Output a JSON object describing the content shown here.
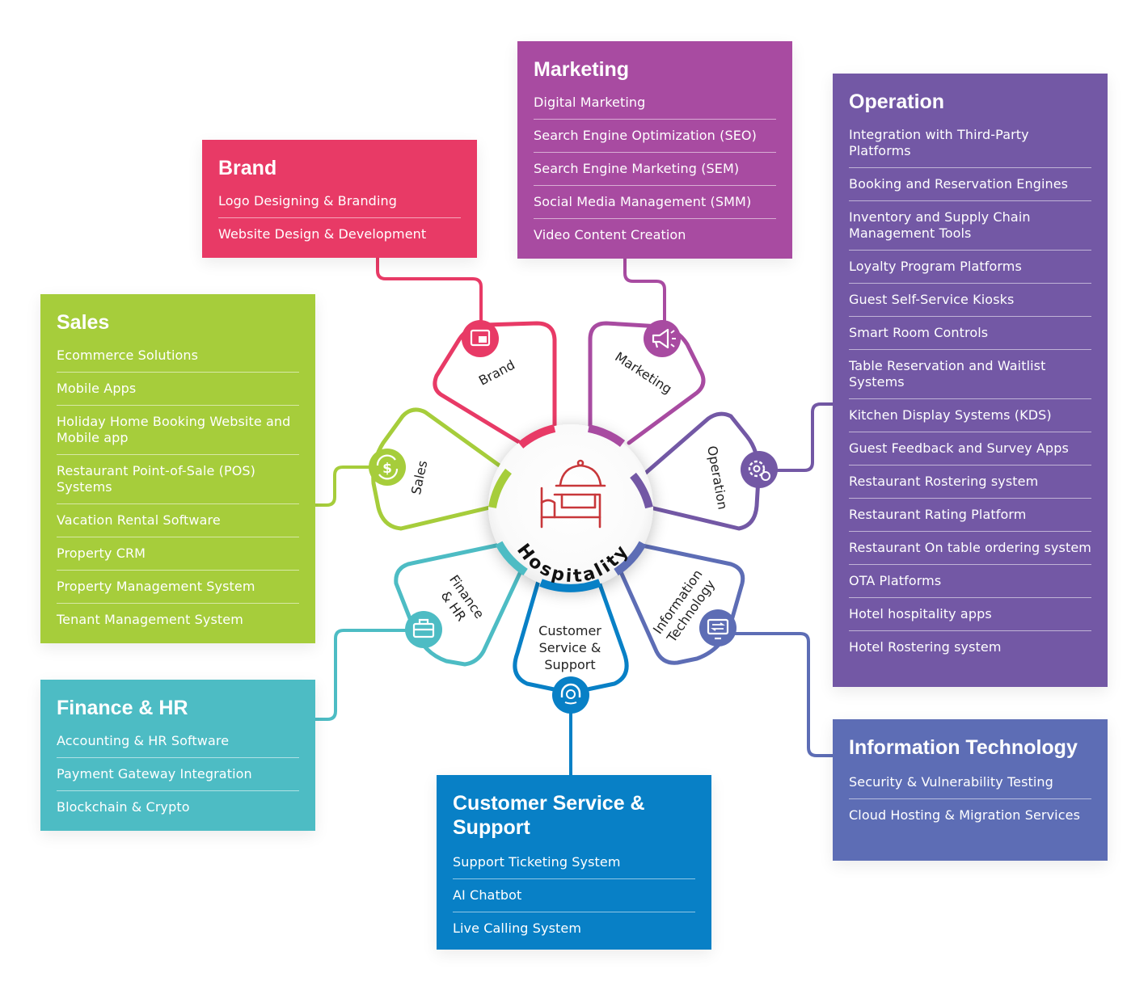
{
  "hub": {
    "label": "Hospitality"
  },
  "petals": {
    "brand": "Brand",
    "marketing": "Marketing",
    "operation": "Operation",
    "sales": "Sales",
    "finance": [
      "Finance",
      "& HR"
    ],
    "support": [
      "Customer",
      "Service &",
      "Support"
    ],
    "it": [
      "Information",
      "Technology"
    ]
  },
  "boxes": {
    "brand": {
      "title": "Brand",
      "items": [
        "Logo Designing & Branding",
        "Website Design & Development"
      ]
    },
    "marketing": {
      "title": "Marketing",
      "items": [
        "Digital Marketing",
        "Search Engine Optimization (SEO)",
        "Search Engine Marketing (SEM)",
        "Social Media Management (SMM)",
        "Video Content Creation"
      ]
    },
    "operation": {
      "title": "Operation",
      "items": [
        "Integration with Third-Party Platforms",
        "Booking and Reservation Engines",
        "Inventory and Supply Chain Management Tools",
        "Loyalty Program Platforms",
        "Guest Self-Service Kiosks",
        "Smart Room Controls",
        "Table Reservation and Waitlist Systems",
        "Kitchen Display Systems (KDS)",
        "Guest Feedback and Survey Apps",
        "Restaurant Rostering system",
        "Restaurant Rating Platform",
        "Restaurant On table ordering system",
        "OTA Platforms",
        "Hotel hospitality apps",
        "Hotel Rostering system"
      ]
    },
    "sales": {
      "title": "Sales",
      "items": [
        "Ecommerce Solutions",
        "Mobile Apps",
        "Holiday Home Booking Website and Mobile app",
        "Restaurant Point-of-Sale (POS) Systems",
        "Vacation Rental Software",
        "Property CRM",
        "Property Management System",
        "Tenant Management System"
      ]
    },
    "finance": {
      "title": "Finance & HR",
      "items": [
        "Accounting & HR Software",
        "Payment Gateway Integration",
        "Blockchain & Crypto"
      ]
    },
    "support": {
      "title": "Customer Service & Support",
      "items": [
        "Support Ticketing System",
        "AI Chatbot",
        "Live Calling System"
      ]
    },
    "it": {
      "title": "Information Technology",
      "items": [
        "Security & Vulnerability Testing",
        "Cloud Hosting & Migration Services"
      ]
    }
  },
  "colors": {
    "brand": "#e83a66",
    "marketing": "#a84ba1",
    "operation": "#7358a5",
    "sales": "#a6cd3b",
    "finance": "#4dbcc4",
    "support": "#0880c6",
    "it": "#5d6db5",
    "hub_icon": "#c8373a"
  },
  "icons": {
    "brand": "browser-window-icon",
    "marketing": "megaphone-icon",
    "operation": "gear-settings-icon",
    "sales": "dollar-cycle-icon",
    "finance": "briefcase-icon",
    "support": "headset-icon",
    "it": "monitor-transfer-icon",
    "hub": "cloche-bed-icon"
  }
}
